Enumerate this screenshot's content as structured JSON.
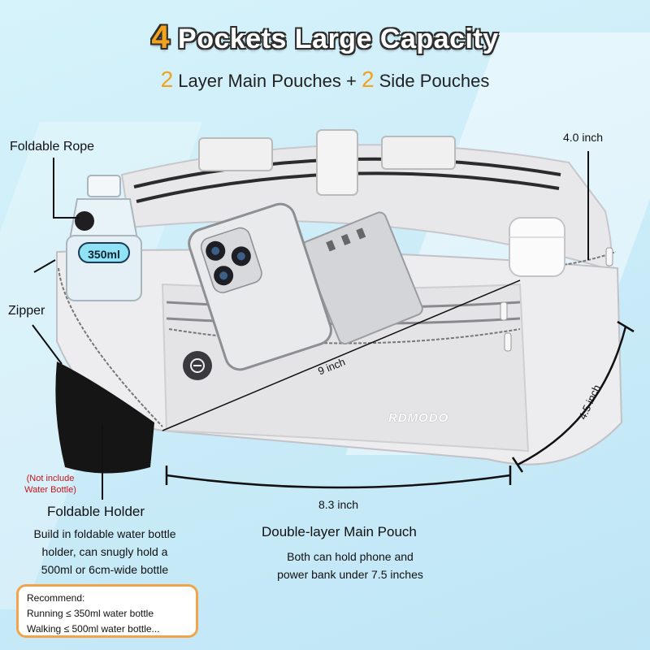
{
  "headline": {
    "number": "4",
    "text": " Pockets Large Capacity"
  },
  "subtitle": {
    "n1": "2",
    "t1": " Layer Main Pouches + ",
    "n2": "2",
    "t2": " Side Pouches"
  },
  "labels": {
    "foldable_rope": "Foldable Rope",
    "zipper": "Zipper",
    "capacity_badge": "350ml",
    "not_include_1": "(Not include",
    "not_include_2": "Water Bottle)",
    "foldable_holder": "Foldable Holder",
    "brand": "RDMODO"
  },
  "dimensions": {
    "depth": "4.0 inch",
    "diagonal": "9 inch",
    "height": "4.5 inch",
    "width": "8.3 inch"
  },
  "holder_desc": [
    "Build in foldable water bottle",
    "holder, can snugly hold a",
    "500ml or 6cm-wide bottle"
  ],
  "main_pouch": {
    "title": "Double-layer Main Pouch",
    "lines": [
      "Both can hold phone and",
      "power bank under 7.5 inches"
    ]
  },
  "recommend": {
    "title": "Recommend:",
    "lines": [
      "Running ≤ 350ml water bottle",
      "Walking ≤ 500ml water bottle..."
    ]
  },
  "colors": {
    "accent": "#f2a31b",
    "recommend_border": "#f2a34b",
    "badge": "#8fe3f5",
    "belt": "#e6e6e8"
  }
}
